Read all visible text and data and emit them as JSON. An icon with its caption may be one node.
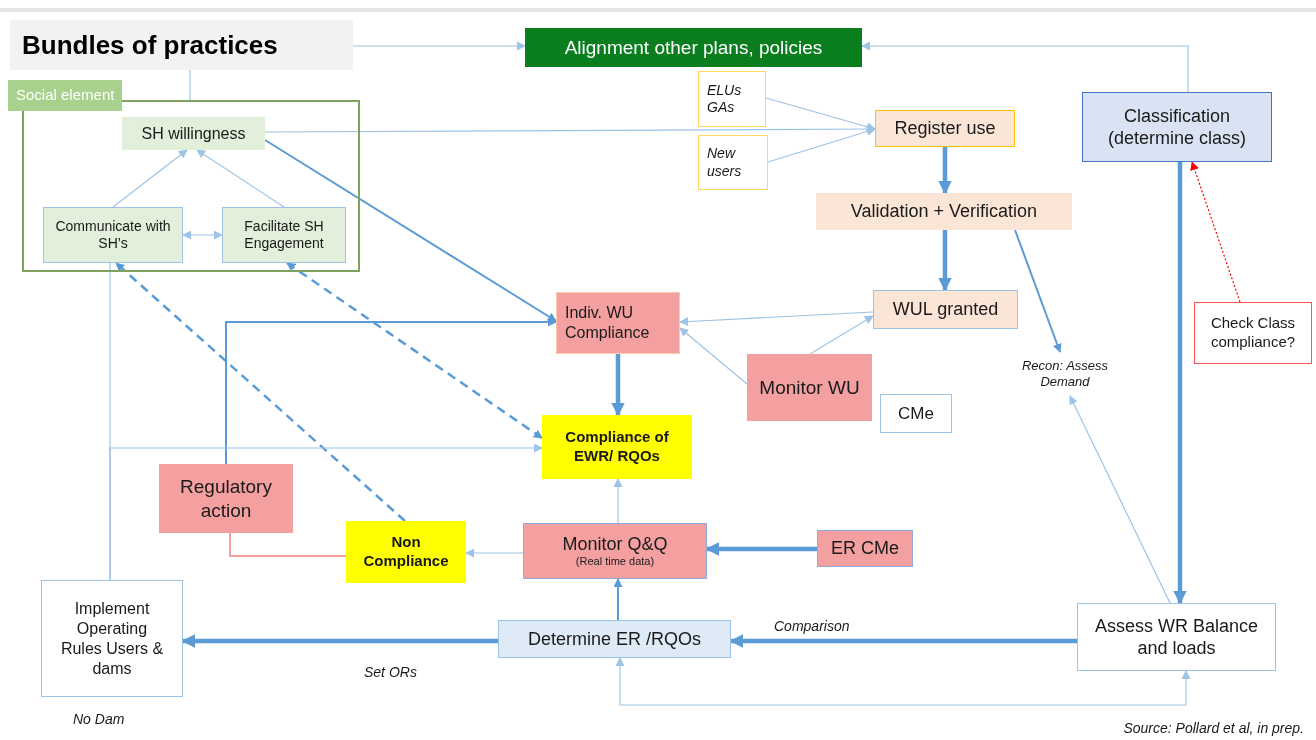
{
  "diagram": {
    "nodes": [
      {
        "text": [
          "Bundles of practices"
        ]
      },
      {
        "text": [
          "Alignment other plans, policies"
        ]
      },
      {
        "text": [
          "Social element"
        ]
      },
      {
        "text": [
          "SH willingness"
        ],
        "in": 2
      },
      {
        "text": [
          "Communicate with SH’s"
        ],
        "in": 2
      },
      {
        "text": [
          "Facilitate SH Engagement"
        ],
        "in": 2
      },
      {
        "text": [
          "ELUs GAs"
        ]
      },
      {
        "text": [
          "New users"
        ]
      },
      {
        "text": [
          "Register use"
        ]
      },
      {
        "text": [
          "Classification (determine class)"
        ]
      },
      {
        "text": [
          "Validation + Verification"
        ]
      },
      {
        "text": [
          "Indiv. WU Compliance"
        ]
      },
      {
        "text": [
          "WUL granted"
        ]
      },
      {
        "text": [
          "Check Class compliance?"
        ]
      },
      {
        "text": [
          "Recon: Assess Demand"
        ]
      },
      {
        "text": [
          "Monitor WU"
        ]
      },
      {
        "text": [
          "CMe"
        ]
      },
      {
        "text": [
          "Compliance of EWR/ RQOs"
        ]
      },
      {
        "text": [
          "Regulatory action"
        ]
      },
      {
        "text": [
          "Non Compliance"
        ]
      },
      {
        "text": [
          "Monitor Q&Q",
          "(Real time data)"
        ]
      },
      {
        "text": [
          "ER CMe"
        ]
      },
      {
        "text": [
          "Implement Operating Rules Users & dams"
        ],
        "beside": [
          "No Dam"
        ]
      },
      {
        "text": [
          "Determine ER /RQOs"
        ]
      },
      {
        "text": [
          "Assess WR Balance and loads"
        ]
      }
    ],
    "edges": [
      {
        "from": 0,
        "to": 1,
        "arrow": "to"
      },
      {
        "from": 9,
        "to": 1,
        "arrow": "to"
      },
      {
        "from": 6,
        "to": 8,
        "arrow": "to"
      },
      {
        "from": 7,
        "to": 8,
        "arrow": "to"
      },
      {
        "from": 3,
        "to": 8,
        "arrow": "to"
      },
      {
        "from": 8,
        "to": 10,
        "arrow": "to",
        "style": "thick",
        "color": "#5b9bd5"
      },
      {
        "from": 10,
        "to": 12,
        "arrow": "to",
        "style": "thick",
        "color": "#5b9bd5"
      },
      {
        "from": 10,
        "to": 14,
        "arrow": "to",
        "color": "#5b9bd5"
      },
      {
        "from": 24,
        "to": 14,
        "arrow": "to"
      },
      {
        "from": 9,
        "to": 24,
        "arrow": "to",
        "style": "thick",
        "color": "#5b9bd5"
      },
      {
        "from": 13,
        "to": 9,
        "arrow": "to",
        "style": "dashed",
        "color": "#ff0000"
      },
      {
        "from": 12,
        "to": 11,
        "arrow": "to"
      },
      {
        "from": 15,
        "to": 11,
        "arrow": "to"
      },
      {
        "from": 15,
        "to": 12,
        "arrow": "to"
      },
      {
        "from": 3,
        "to": 11,
        "arrow": "to",
        "color": "#5b9bd5"
      },
      {
        "from": 18,
        "to": 11,
        "arrow": "to",
        "color": "#5b9bd5"
      },
      {
        "from": 11,
        "to": 17,
        "arrow": "to",
        "style": "thick",
        "color": "#5b9bd5"
      },
      {
        "from": 19,
        "to": 4,
        "arrow": "to",
        "style": "dashed",
        "color": "#5b9bd5"
      },
      {
        "from": 5,
        "to": 17,
        "arrow": "both",
        "style": "dashed",
        "color": "#5b9bd5"
      },
      {
        "from": 20,
        "to": 17,
        "arrow": "to"
      },
      {
        "from": 20,
        "to": 19,
        "arrow": "to"
      },
      {
        "from": 18,
        "to": 19,
        "arrow": "none",
        "color": "#f4a0a0"
      },
      {
        "from": 21,
        "to": 20,
        "arrow": "to",
        "style": "thick",
        "color": "#5b9bd5"
      },
      {
        "from": 23,
        "to": 20,
        "arrow": "to",
        "color": "#5b9bd5"
      },
      {
        "from": 23,
        "to": 22,
        "arrow": "to",
        "label": "Set ORs",
        "style": "thick",
        "color": "#5b9bd5"
      },
      {
        "from": 24,
        "to": 23,
        "arrow": "to",
        "label": "Comparison",
        "style": "thick",
        "color": "#5b9bd5"
      },
      {
        "from": 23,
        "to": 24,
        "arrow": "both"
      },
      {
        "from": 22,
        "to": 4,
        "arrow": "none"
      },
      {
        "from": 22,
        "to": 17,
        "arrow": "to"
      },
      {
        "from": 0,
        "to": 2,
        "arrow": "none"
      },
      {
        "from": 4,
        "to": 5,
        "arrow": "both"
      },
      {
        "from": 4,
        "to": 3,
        "arrow": "to"
      },
      {
        "from": 5,
        "to": 3,
        "arrow": "to"
      }
    ],
    "labels": [
      "Source: Pollard et al, in prep."
    ]
  }
}
